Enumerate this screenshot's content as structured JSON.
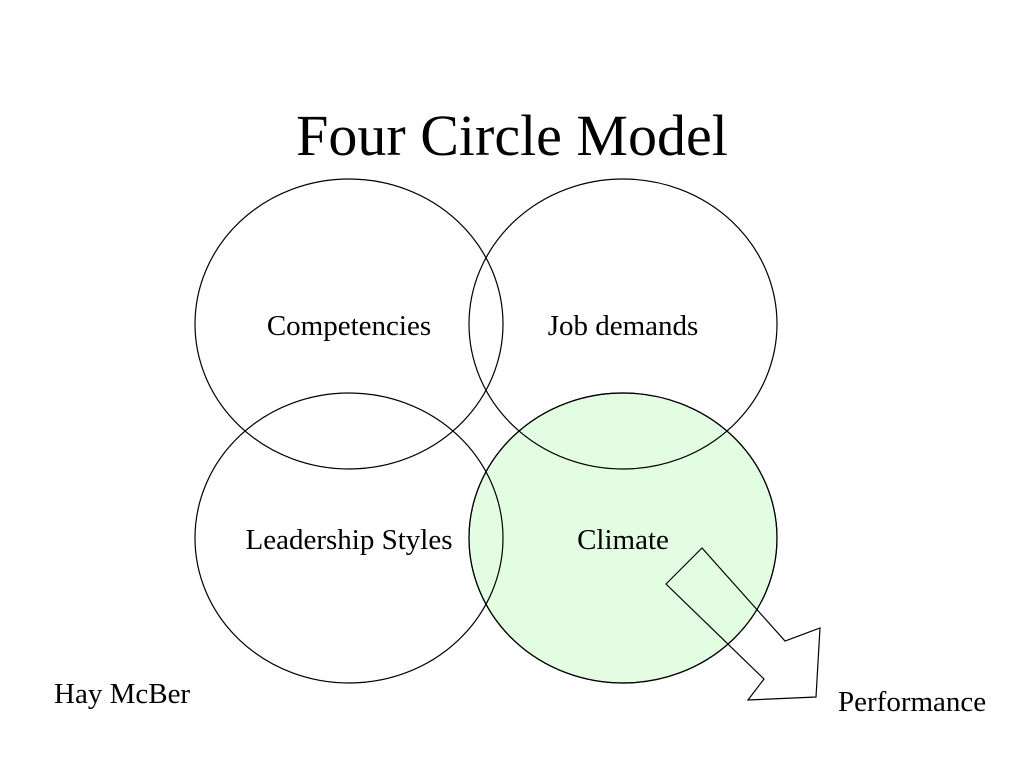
{
  "slide": {
    "title": "Four Circle Model",
    "credit": "Hay McBer",
    "outcome_label": "Performance"
  },
  "circles": [
    {
      "key": "competencies",
      "label": "Competencies",
      "highlighted": false
    },
    {
      "key": "job_demands",
      "label": "Job demands",
      "highlighted": false
    },
    {
      "key": "leadership_styles",
      "label": "Leadership Styles",
      "highlighted": false
    },
    {
      "key": "climate",
      "label": "Climate",
      "highlighted": true
    }
  ],
  "colors": {
    "highlight_fill": "#e2fde2",
    "stroke": "#000000",
    "arrow_fill": "#ffffff"
  }
}
